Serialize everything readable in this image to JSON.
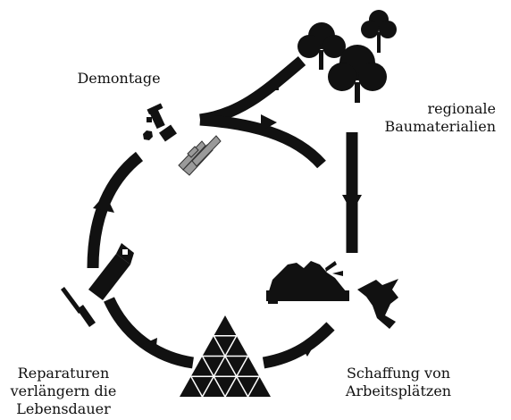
{
  "labels": {
    "demontage": "Demontage",
    "regionale": [
      "regionale",
      "Baumaterialien"
    ],
    "schaffung": [
      "Schaffung von",
      "Arbeitsplätzen"
    ],
    "reparaturen": [
      "Reparaturen",
      "verlängern die",
      "Lebensdauer"
    ]
  },
  "icons": [
    "tree-icon",
    "saw-blade-icon",
    "worker-icon",
    "triangle-pyramid-icon",
    "saw-icon",
    "screwdriver-icon",
    "bolts-icon",
    "brackets-icon"
  ],
  "colors": {
    "ink": "#111111",
    "background": "#ffffff",
    "metal": "#9a9a9a"
  }
}
